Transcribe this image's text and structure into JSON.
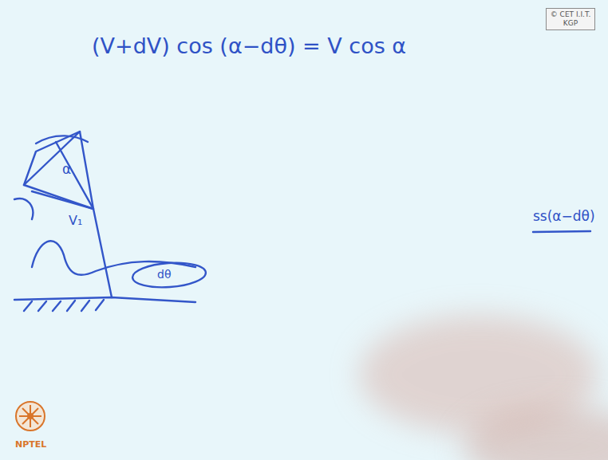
{
  "diagram": {
    "nodes": [
      {
        "text": [
          "© CET I.I.T. KGP"
        ]
      }
    ],
    "labels": [
      "(V+dV) cos (α−dθ) = V cos α",
      "α",
      "V₁",
      "dθ",
      "ss(α−dθ)",
      "NPTEL"
    ]
  }
}
